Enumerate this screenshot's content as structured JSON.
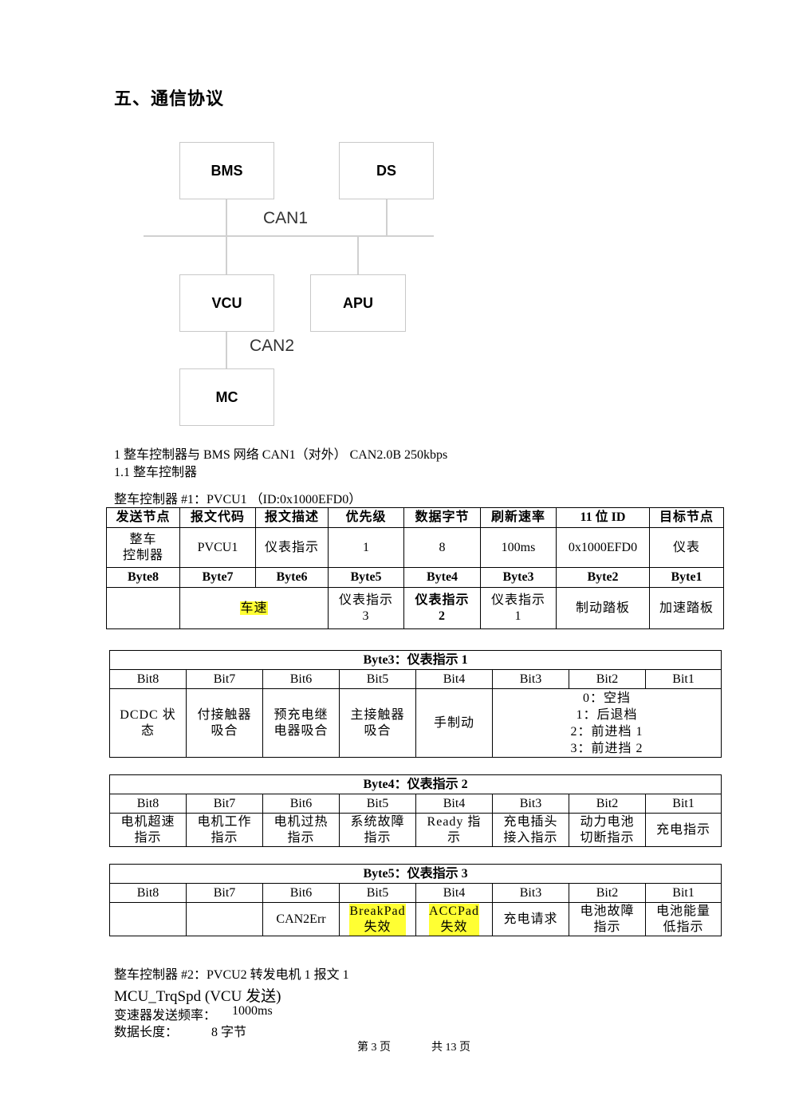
{
  "section_heading": "五、通信协议",
  "diagram": {
    "nodes": {
      "bms": "BMS",
      "ds": "DS",
      "vcu": "VCU",
      "apu": "APU",
      "mc": "MC"
    },
    "bus1": "CAN1",
    "bus2": "CAN2"
  },
  "text": {
    "line1": "1 整车控制器与 BMS 网络 CAN1（对外）  CAN2.0B 250kbps",
    "line2": "1.1 整车控制器",
    "pvcu1_title": "整车控制器 #1：PVCU1 （ID:0x1000EFD0）"
  },
  "table1": {
    "headers": [
      "发送节点",
      "报文代码",
      "报文描述",
      "优先级",
      "数据字节",
      "刷新速率",
      "11 位 ID",
      "目标节点"
    ],
    "row": [
      "整车\n控制器",
      "PVCU1",
      "仪表指示",
      "1",
      "8",
      "100ms",
      "0x1000EFD0",
      "仪表"
    ],
    "bytes": [
      "Byte8",
      "Byte7",
      "Byte6",
      "Byte5",
      "Byte4",
      "Byte3",
      "Byte2",
      "Byte1"
    ],
    "assign": [
      "",
      "车速",
      "仪表指示\n3",
      "仪表指示\n2",
      "仪表指示\n1",
      "制动踏板",
      "加速踏板"
    ]
  },
  "bits": [
    "Bit8",
    "Bit7",
    "Bit6",
    "Bit5",
    "Bit4",
    "Bit3",
    "Bit2",
    "Bit1"
  ],
  "byte3": {
    "title": "Byte3：仪表指示 1",
    "cells": [
      "DCDC 状\n态",
      "付接触器\n吸合",
      "预充电继\n电器吸合",
      "主接触器\n吸合",
      "手制动"
    ],
    "gear": [
      "0：空挡",
      "1：后退档",
      "2：前进档 1",
      "3：前进挡 2"
    ]
  },
  "byte4": {
    "title": "Byte4：仪表指示 2",
    "cells": [
      "电机超速\n指示",
      "电机工作\n指示",
      "电机过热\n指示",
      "系统故障\n指示",
      "Ready 指\n示",
      "充电插头\n接入指示",
      "动力电池\n切断指示",
      "充电指示"
    ]
  },
  "byte5": {
    "title": "Byte5：仪表指示 3",
    "cells": [
      "",
      "",
      "CAN2Err",
      "BreakPad\n失效",
      "ACCPad\n失效",
      "充电请求",
      "电池故障\n指示",
      "电池能量\n低指示"
    ]
  },
  "pvcu2": {
    "title": "整车控制器 #2：PVCU2  转发电机 1 报文 1",
    "msg": "MCU_TrqSpd  (VCU 发送)",
    "freq_label": "变速器发送频率：",
    "freq_value": "1000ms",
    "len_label": "数据长度：",
    "len_value": "8 字节"
  },
  "footer": {
    "page": "第 3 页",
    "total": "共 13 页"
  }
}
